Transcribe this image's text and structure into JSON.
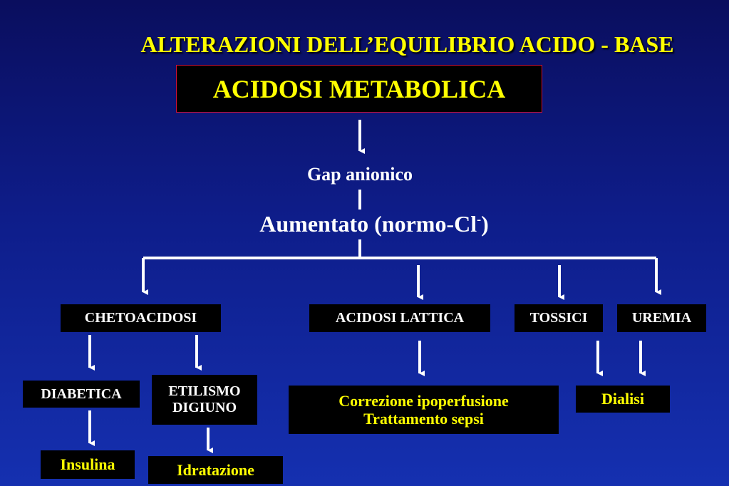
{
  "title": "ALTERAZIONI DELL’EQUILIBRIO ACIDO - BASE",
  "main_box": "ACIDOSI METABOLICA",
  "gap_label": "Gap anionico",
  "increased_label": "Aumentato (normo-Cl",
  "increased_sup": "-",
  "increased_close": ")",
  "categories": {
    "chetoacidosi": "CHETOACIDOSI",
    "acidosi_lattica": "ACIDOSI LATTICA",
    "tossici": "TOSSICI",
    "uremia": "UREMIA"
  },
  "subcategories": {
    "diabetica": "DIABETICA",
    "etilismo": "ETILISMO",
    "digiuno": "DIGIUNO"
  },
  "treatments": {
    "insulina": "Insulina",
    "idratazione": "Idratazione",
    "correzione": "Correzione ipoperfusione",
    "sepsi": "Trattamento sepsi",
    "dialisi": "Dialisi"
  },
  "colors": {
    "background_top": "#0a0e5e",
    "background_bottom": "#1530b0",
    "title": "#ffff00",
    "box_fill": "#000000",
    "box_border": "#d0103a",
    "treatment_text": "#ffff00",
    "arrows": "#ffffff"
  }
}
